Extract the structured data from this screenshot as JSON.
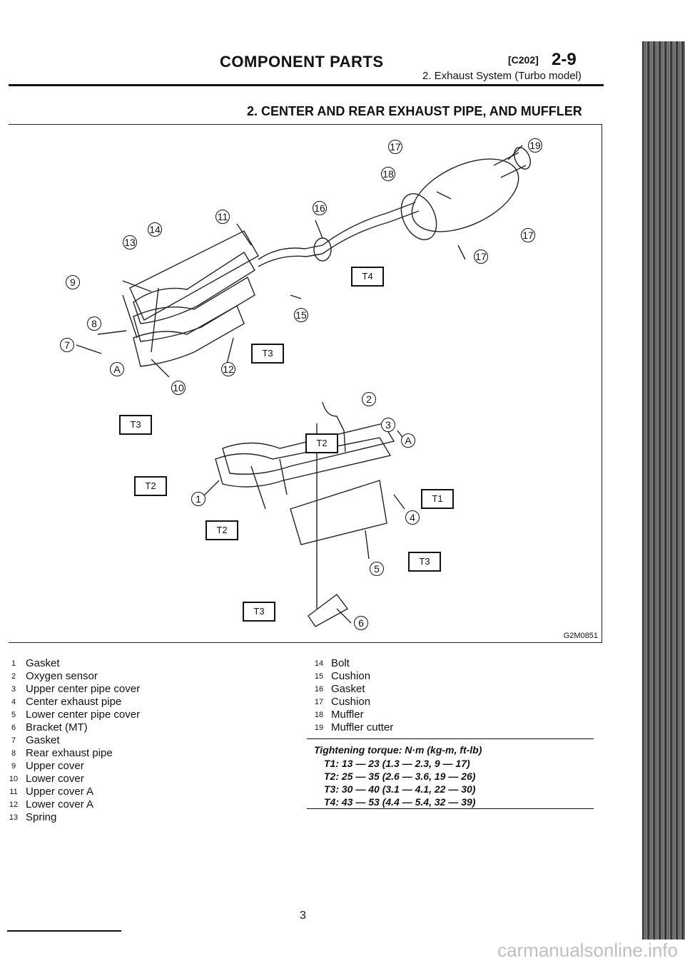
{
  "header": {
    "title": "COMPONENT PARTS",
    "code": "[C202]",
    "page_ref": "2-9",
    "subtitle": "2. Exhaust System (Turbo model)"
  },
  "section_title": "2. CENTER AND REAR EXHAUST PIPE, AND MUFFLER",
  "figure": {
    "code": "G2M0851",
    "callouts": [
      "1",
      "2",
      "3",
      "4",
      "5",
      "6",
      "7",
      "8",
      "9",
      "10",
      "11",
      "12",
      "13",
      "14",
      "15",
      "16",
      "17",
      "17",
      "17",
      "18",
      "19",
      "A",
      "A"
    ],
    "torque_boxes": [
      "T1",
      "T2",
      "T2",
      "T2",
      "T3",
      "T3",
      "T3",
      "T3",
      "T4"
    ]
  },
  "legend": {
    "left": [
      {
        "num": "1",
        "label": "Gasket"
      },
      {
        "num": "2",
        "label": "Oxygen sensor"
      },
      {
        "num": "3",
        "label": "Upper center pipe cover"
      },
      {
        "num": "4",
        "label": "Center exhaust pipe"
      },
      {
        "num": "5",
        "label": "Lower center pipe cover"
      },
      {
        "num": "6",
        "label": "Bracket (MT)"
      },
      {
        "num": "7",
        "label": "Gasket"
      },
      {
        "num": "8",
        "label": "Rear exhaust pipe"
      },
      {
        "num": "9",
        "label": "Upper cover"
      },
      {
        "num": "10",
        "label": "Lower cover"
      },
      {
        "num": "11",
        "label": "Upper cover A"
      },
      {
        "num": "12",
        "label": "Lower cover A"
      },
      {
        "num": "13",
        "label": "Spring"
      }
    ],
    "right": [
      {
        "num": "14",
        "label": "Bolt"
      },
      {
        "num": "15",
        "label": "Cushion"
      },
      {
        "num": "16",
        "label": "Gasket"
      },
      {
        "num": "17",
        "label": "Cushion"
      },
      {
        "num": "18",
        "label": "Muffler"
      },
      {
        "num": "19",
        "label": "Muffler cutter"
      }
    ]
  },
  "torque": {
    "title": "Tightening torque: N·m (kg-m, ft-lb)",
    "rows": [
      "T1: 13 — 23 (1.3 — 2.3, 9 — 17)",
      "T2: 25 — 35 (2.6 — 3.6, 19 — 26)",
      "T3: 30 — 40 (3.1 — 4.1, 22 — 30)",
      "T4: 43 — 53 (4.4 — 5.4, 32 — 39)"
    ]
  },
  "page_number": "3",
  "watermark": "carmanualsonline.info"
}
